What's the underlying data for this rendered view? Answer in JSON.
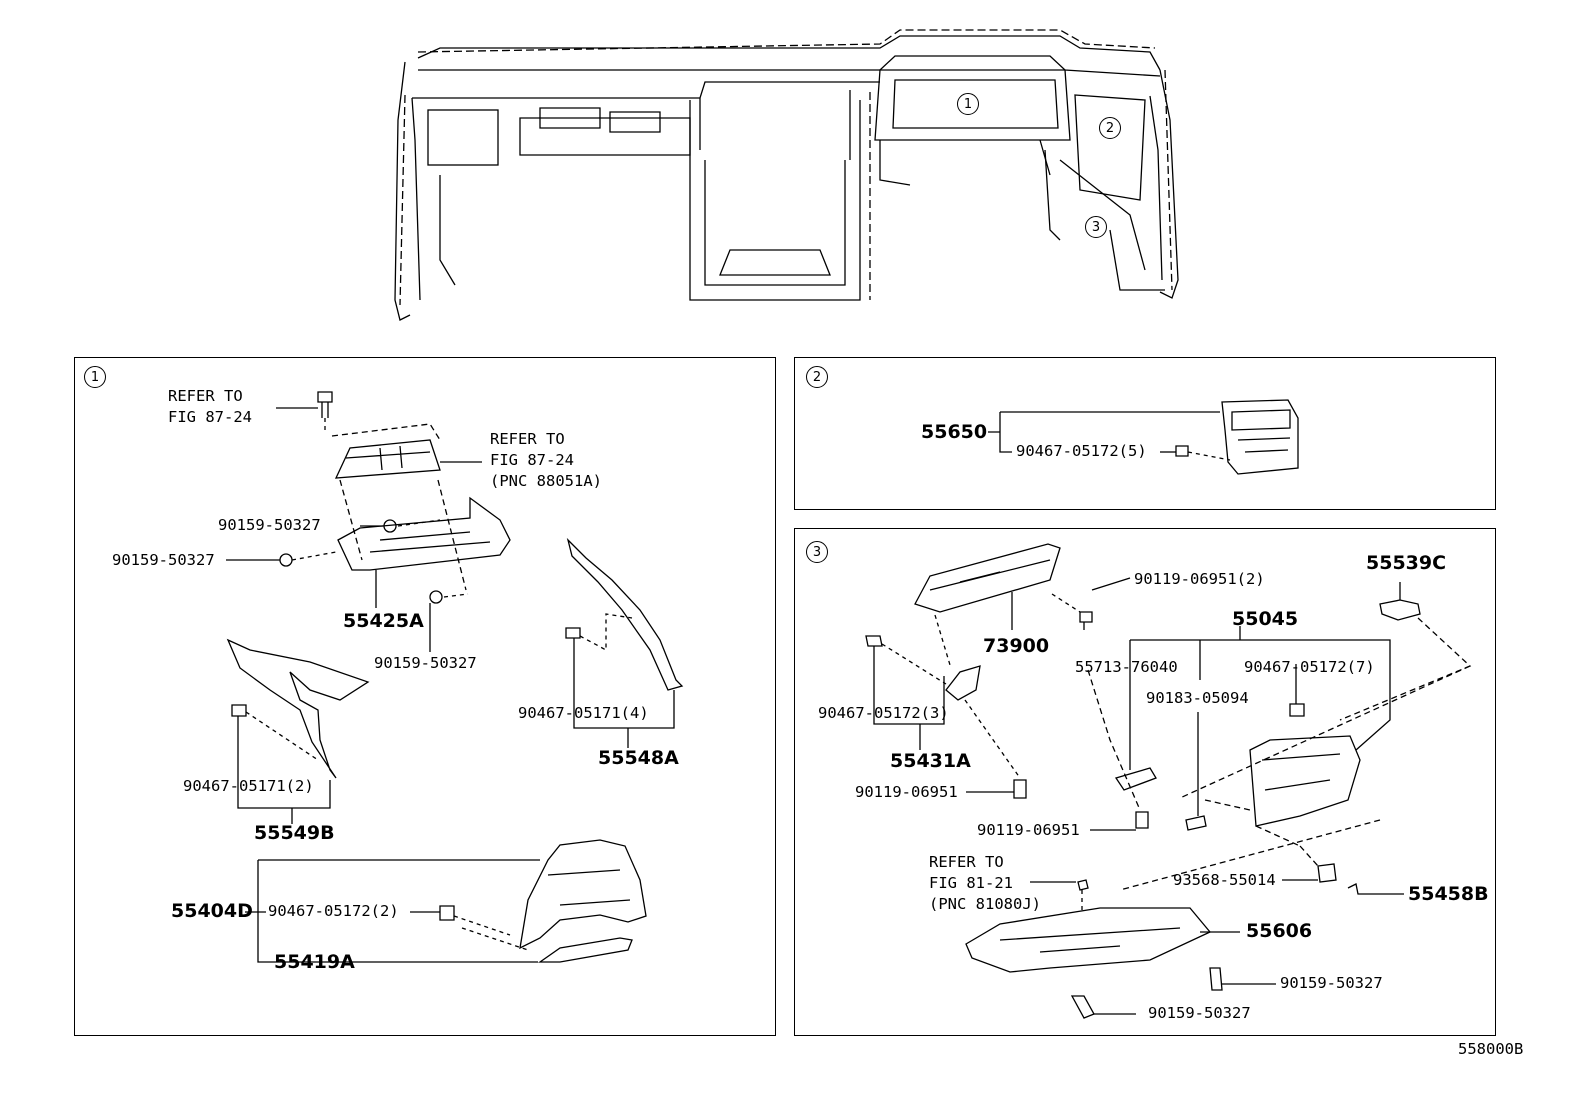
{
  "diagram_id": "558000B",
  "overview": {
    "callouts": [
      "1",
      "2",
      "3"
    ]
  },
  "panel1": {
    "marker": "1",
    "refer_a": [
      "REFER TO",
      "FIG 87-24"
    ],
    "refer_b": [
      "REFER TO",
      "FIG 87-24",
      "(PNC 88051A)"
    ],
    "parts": {
      "p_90159_a": "90159-50327",
      "p_90159_b": "90159-50327",
      "p_55425A": "55425A",
      "p_90159_c": "90159-50327",
      "p_90467_05171_4": "90467-05171(4)",
      "p_55548A": "55548A",
      "p_90467_05171_2": "90467-05171(2)",
      "p_55549B": "55549B",
      "p_55404D": "55404D",
      "p_90467_05172_2": "90467-05172(2)",
      "p_55419A": "55419A"
    }
  },
  "panel2": {
    "marker": "2",
    "parts": {
      "p_55650": "55650",
      "p_90467_05172_5": "90467-05172(5)"
    }
  },
  "panel3": {
    "marker": "3",
    "refer_c": [
      "REFER TO",
      "FIG 81-21",
      "(PNC 81080J)"
    ],
    "parts": {
      "p_90119_06951_2": "90119-06951(2)",
      "p_55539C": "55539C",
      "p_73900": "73900",
      "p_55045": "55045",
      "p_55713_76040": "55713-76040",
      "p_90467_05172_7": "90467-05172(7)",
      "p_90183_05094": "90183-05094",
      "p_90467_05172_3": "90467-05172(3)",
      "p_55431A": "55431A",
      "p_90119_06951_a": "90119-06951",
      "p_90119_06951_b": "90119-06951",
      "p_93568_55014": "93568-55014",
      "p_55458B": "55458B",
      "p_55606": "55606",
      "p_90159_50327_a": "90159-50327",
      "p_90159_50327_b": "90159-50327"
    }
  }
}
